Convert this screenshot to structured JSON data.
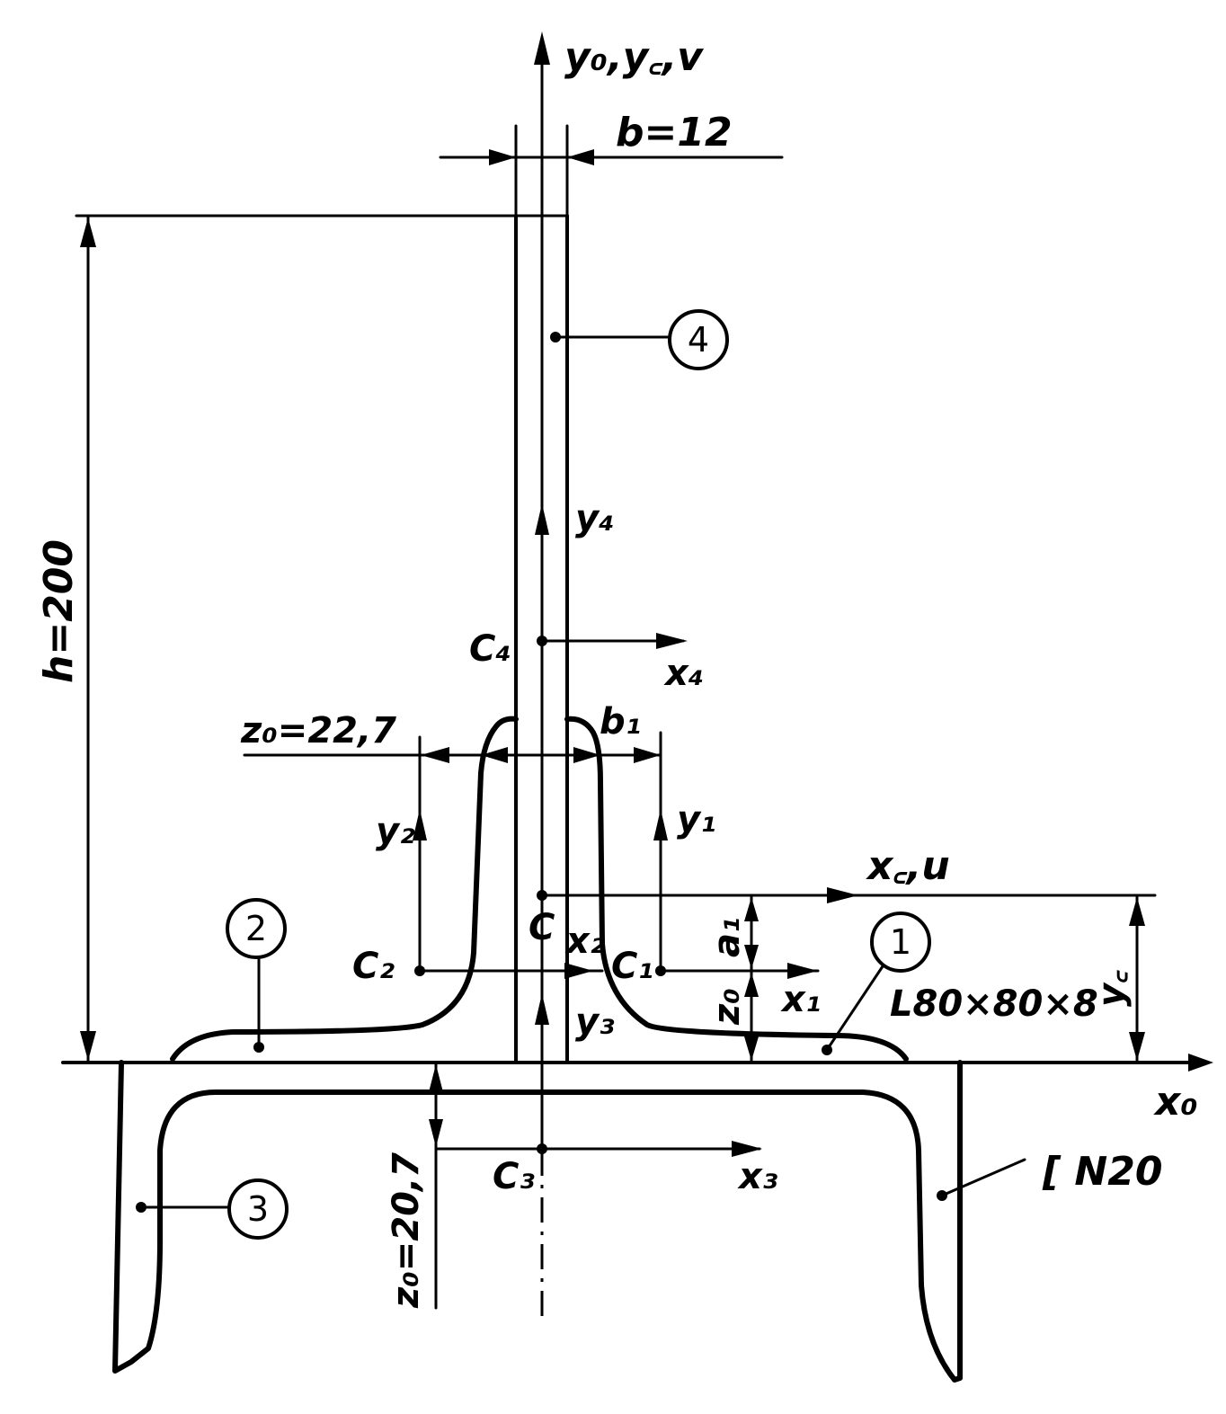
{
  "labels": {
    "axis_y_main": "y₀,y꜀,v",
    "axis_xc": "x꜀,u",
    "axis_x0": "x₀",
    "axis_y4": "y₄",
    "axis_x4": "x₄",
    "axis_y2": "y₂",
    "axis_y1": "y₁",
    "axis_x2": "x₂",
    "axis_x1": "x₁",
    "axis_y3": "y₃",
    "axis_x3": "x₃",
    "point_c": "C",
    "point_c1": "C₁",
    "point_c2": "C₂",
    "point_c3": "C₃",
    "point_c4": "C₄",
    "dim_b": "b=12",
    "dim_h": "h=200",
    "dim_z0_top": "z₀=22,7",
    "dim_b1": "b₁",
    "dim_a1": "a₁",
    "dim_z0_small": "z₀",
    "dim_yc": "y꜀",
    "dim_z0_bottom": "z₀=20,7",
    "angle_profile": "L80×80×8",
    "channel_profile": "[ N20"
  },
  "callouts": {
    "part1": "1",
    "part2": "2",
    "part3": "3",
    "part4": "4"
  }
}
